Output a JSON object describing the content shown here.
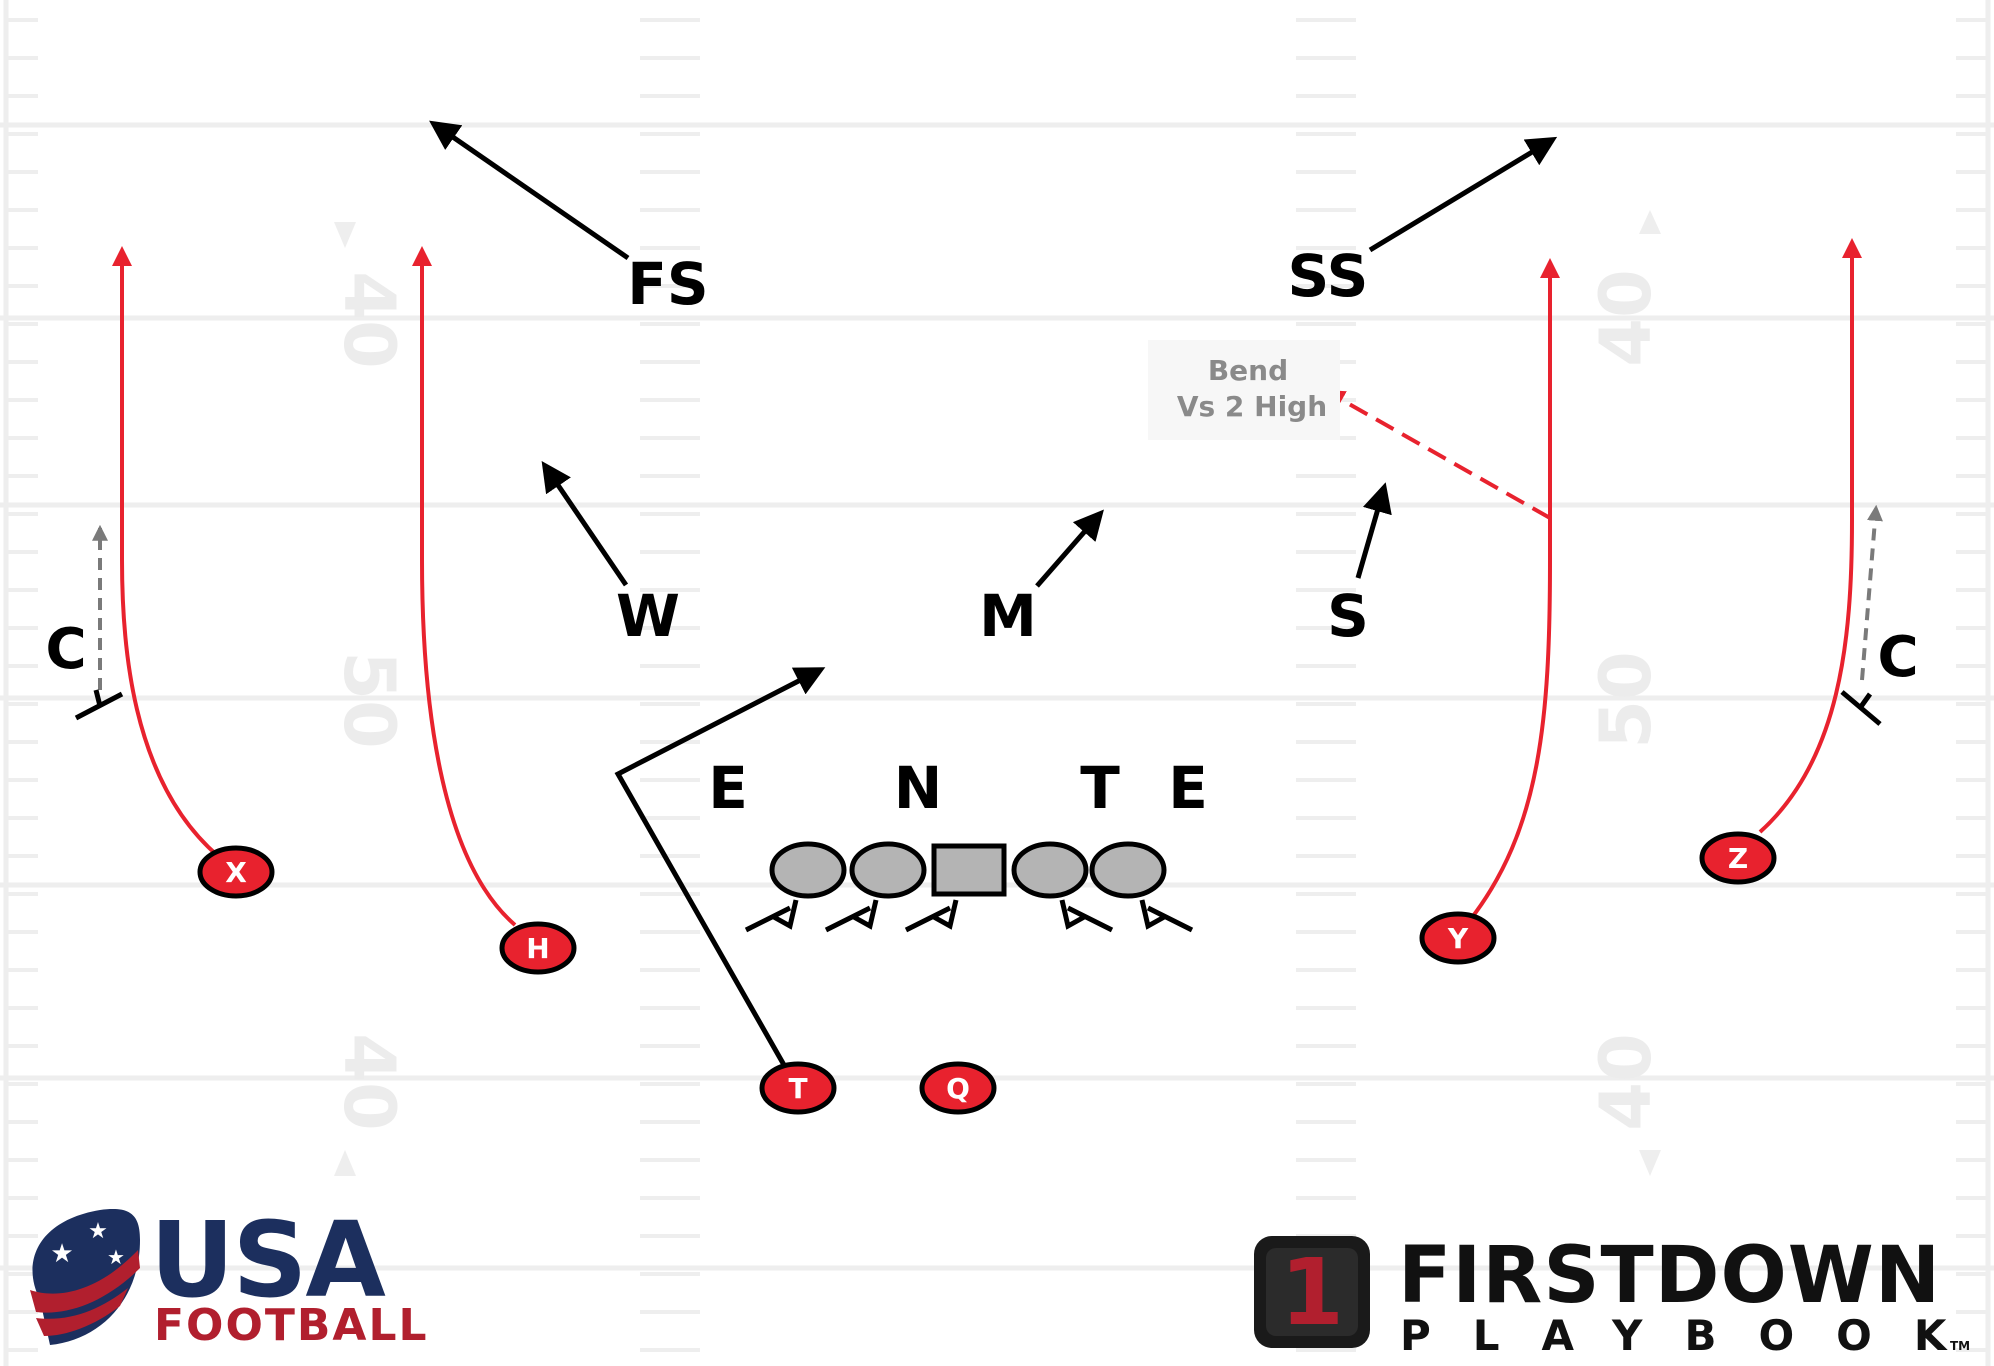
{
  "yard_labels": {
    "left_top": "40",
    "left_mid": "50",
    "left_bottom": "40",
    "right_top": "40",
    "right_mid": "50",
    "right_bottom": "40"
  },
  "defense": {
    "fs": "FS",
    "ss": "SS",
    "w": "W",
    "m": "M",
    "s": "S",
    "e_left": "E",
    "n": "N",
    "t": "T",
    "e_right": "E",
    "c_left": "C",
    "c_right": "C"
  },
  "offense": {
    "x": "X",
    "h": "H",
    "t": "T",
    "q": "Q",
    "y": "Y",
    "z": "Z"
  },
  "note": {
    "line1": "Bend",
    "line2": "Vs 2 High"
  },
  "logos": {
    "usa": "USA",
    "football": "FOOTBALL",
    "firstdown": "FIRSTDOWN",
    "playbook": "PLAYBOOK",
    "one": "1",
    "tm": "TM"
  },
  "colors": {
    "route_red": "#e8222e",
    "defender_black": "#000000",
    "lineman_gray": "#b4b4b4",
    "usa_navy": "#1c2f5e",
    "usa_red": "#b11f2e",
    "yard_line": "#ececec"
  }
}
